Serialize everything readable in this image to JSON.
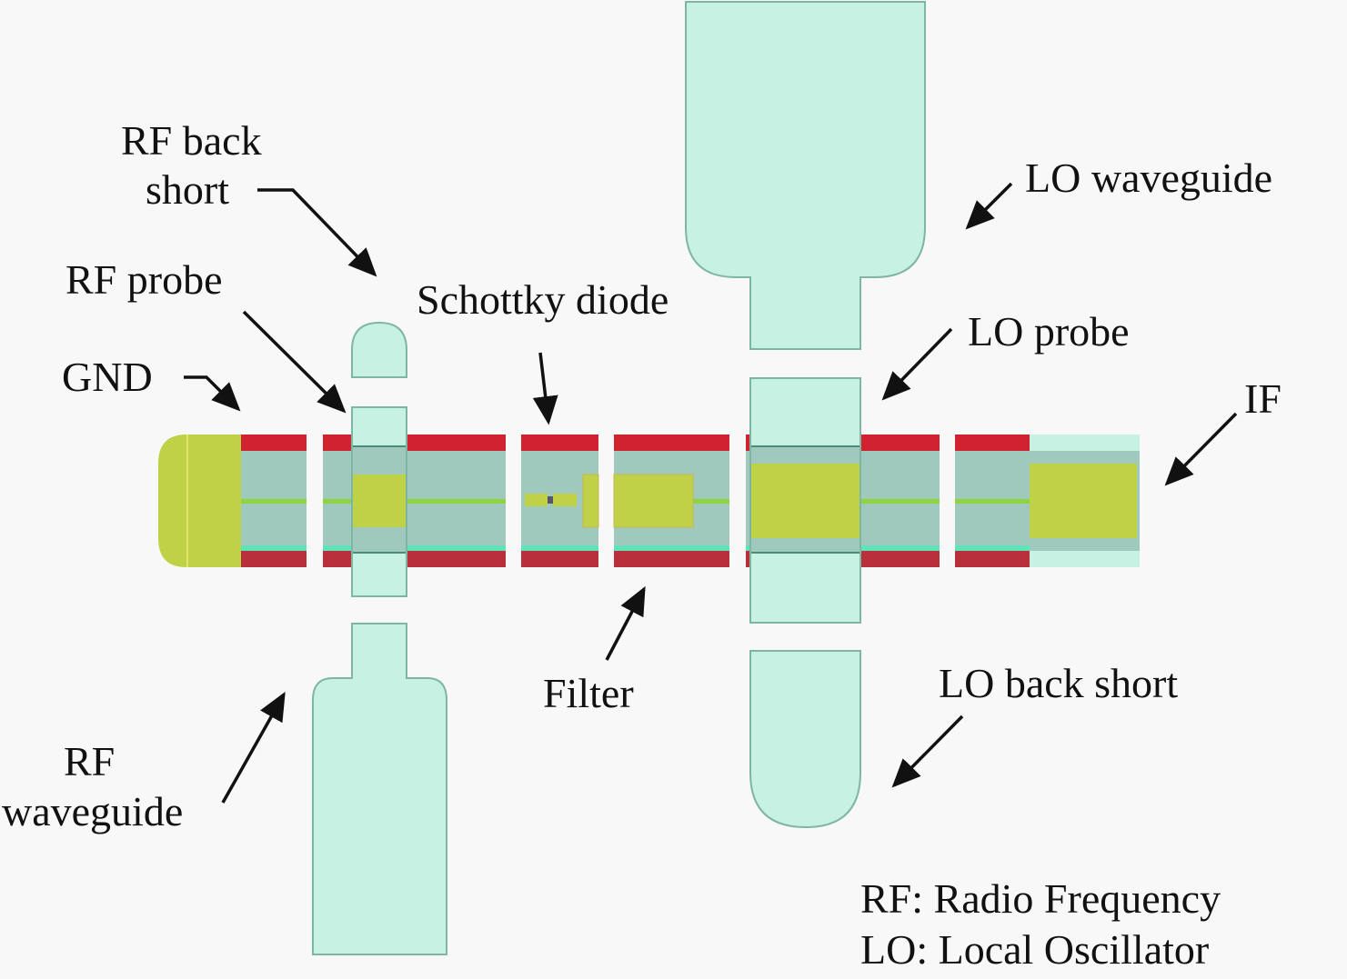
{
  "diagram": {
    "type": "mixer-circuit-layout",
    "labels": {
      "rf_back_short_line1": "RF back",
      "rf_back_short_line2": "short",
      "rf_probe": "RF probe",
      "gnd": "GND",
      "schottky_diode": "Schottky diode",
      "lo_waveguide": "LO waveguide",
      "lo_probe": "LO probe",
      "if": "IF",
      "filter": "Filter",
      "lo_back_short": "LO back short",
      "rf_waveguide_line1": "RF",
      "rf_waveguide_line2": "waveguide"
    },
    "legend": [
      "RF: Radio Frequency",
      "LO: Local Oscillator"
    ],
    "colors": {
      "background": "#f8f8f8",
      "waveguide": "#c6f1e3",
      "substrate": "#9ec9bc",
      "metal_wall": "#d0222f",
      "conductor": "#bfd147",
      "arrow": "#111111"
    }
  }
}
